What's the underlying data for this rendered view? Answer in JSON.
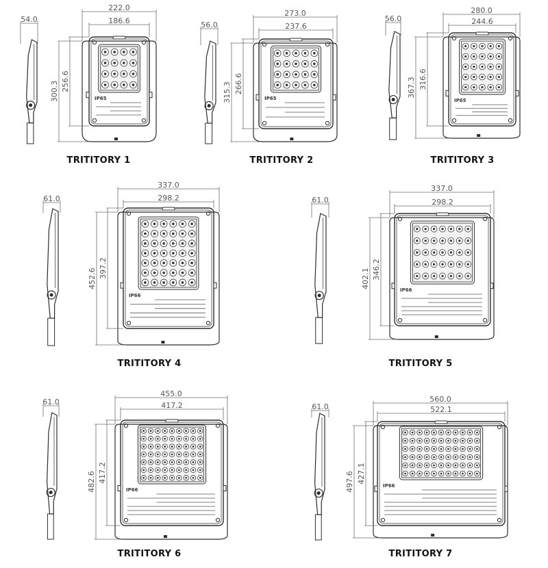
{
  "colors": {
    "line": "#2b2b2b",
    "dim_line": "#6e6e6e",
    "text": "#111111",
    "background": "#ffffff"
  },
  "products": [
    {
      "title": "TRITITORY 1",
      "width": "222.0",
      "inner_width": "186.6",
      "height": "300.3",
      "inner_height": "256.6",
      "depth": "54.0",
      "ip": "IP65",
      "led_cols": 4,
      "led_rows": 4
    },
    {
      "title": "TRITITORY 2",
      "width": "273.0",
      "inner_width": "237.6",
      "height": "315.3",
      "inner_height": "266.6",
      "depth": "56.0",
      "ip": "IP65",
      "led_cols": 5,
      "led_rows": 4
    },
    {
      "title": "TRITITORY 3",
      "width": "280.0",
      "inner_width": "244.6",
      "height": "367.3",
      "inner_height": "316.6",
      "depth": "56.0",
      "ip": "IP65",
      "led_cols": 5,
      "led_rows": 5
    },
    {
      "title": "TRITITORY 4",
      "width": "337.0",
      "inner_width": "298.2",
      "height": "452.6",
      "inner_height": "397.2",
      "depth": "61.0",
      "ip": "IP66",
      "led_cols": 6,
      "led_rows": 7
    },
    {
      "title": "TRITITORY 5",
      "width": "337.0",
      "inner_width": "298.2",
      "height": "402.1",
      "inner_height": "346.2",
      "depth": "61.0",
      "ip": "IP66",
      "led_cols": 7,
      "led_rows": 5
    },
    {
      "title": "TRITITORY 6",
      "width": "455.0",
      "inner_width": "417.2",
      "height": "482.6",
      "inner_height": "417.2",
      "depth": "61.0",
      "ip": "IP66",
      "led_cols": 9,
      "led_rows": 7
    },
    {
      "title": "TRITITORY 7",
      "width": "560.0",
      "inner_width": "522.1",
      "height": "497.6",
      "inner_height": "427.1",
      "depth": "61.0",
      "ip": "IP66",
      "led_cols": 11,
      "led_rows": 6
    }
  ]
}
